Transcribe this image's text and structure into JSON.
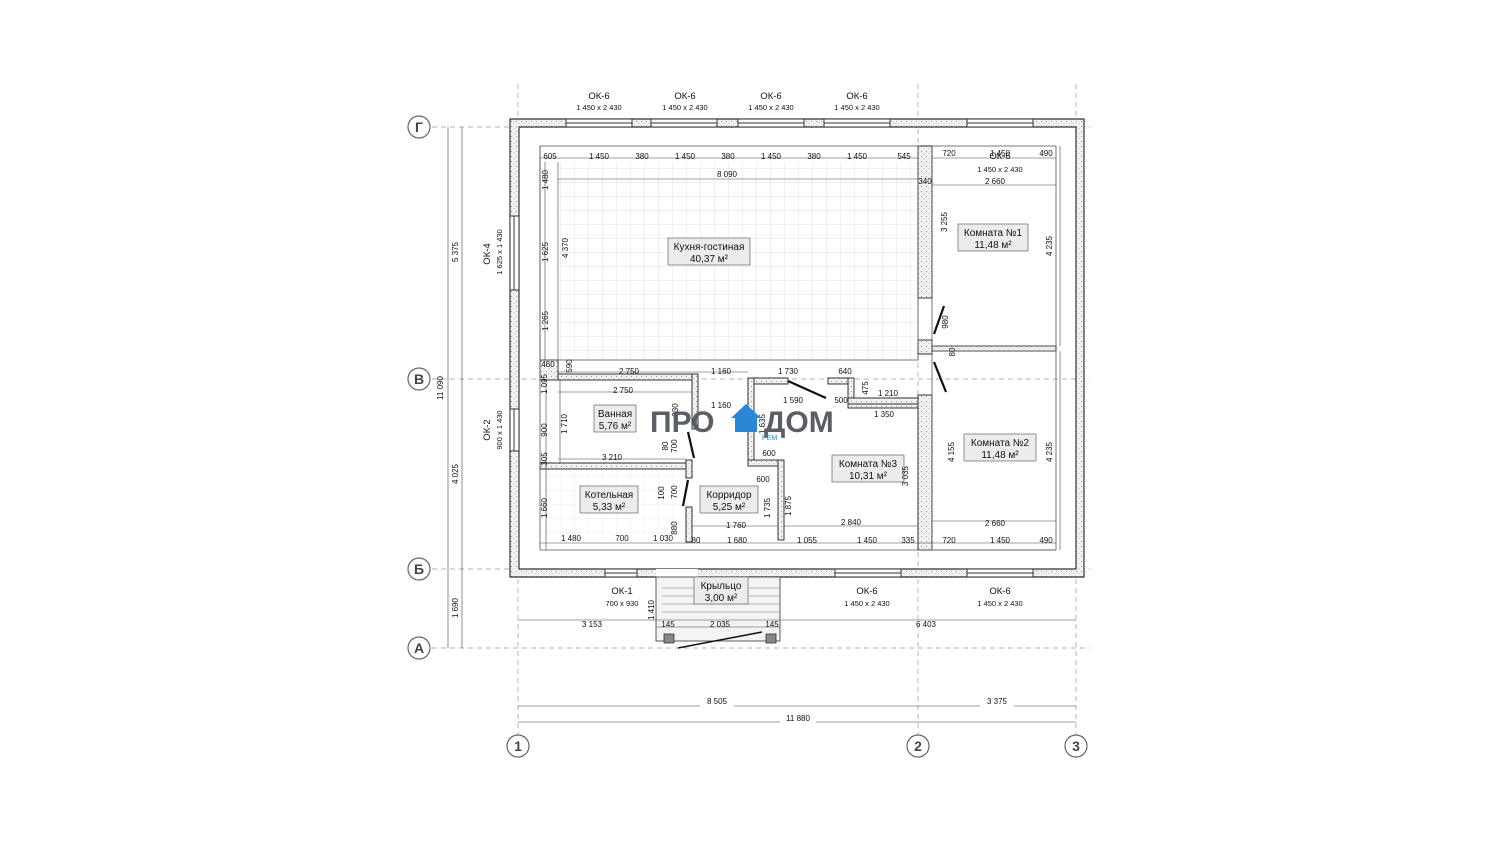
{
  "brand": {
    "left": "ПРО",
    "right": "ДОМ",
    "sub": "РЕМ",
    "accent": "#2b86d6"
  },
  "axes": {
    "rows": [
      "Г",
      "В",
      "Б",
      "А"
    ],
    "cols": [
      "1",
      "2",
      "3"
    ]
  },
  "rooms": [
    {
      "id": "kitchen",
      "name": "Кухня-гостиная",
      "area": "40,37 м²"
    },
    {
      "id": "room1",
      "name": "Комната №1",
      "area": "11,48 м²"
    },
    {
      "id": "room2",
      "name": "Комната №2",
      "area": "11,48 м²"
    },
    {
      "id": "room3",
      "name": "Комната №3",
      "area": "10,31 м²"
    },
    {
      "id": "bath",
      "name": "Ванная",
      "area": "5,76 м²"
    },
    {
      "id": "boiler",
      "name": "Котельная",
      "area": "5,33 м²"
    },
    {
      "id": "corridor",
      "name": "Корридор",
      "area": "5,25 м²"
    },
    {
      "id": "porch",
      "name": "Крыльцо",
      "area": "3,00 м²"
    }
  ],
  "windows": [
    {
      "mark": "ОК-6",
      "size": "1 450 x 2 430"
    },
    {
      "mark": "ОК-6",
      "size": "1 450 x 2 430"
    },
    {
      "mark": "ОК-6",
      "size": "1 450 x 2 430"
    },
    {
      "mark": "ОК-6",
      "size": "1 450 x 2 430"
    },
    {
      "mark": "ОК-6",
      "size": "1 450 x 2 430"
    },
    {
      "mark": "ОК-4",
      "size": "1 625 x 1 430"
    },
    {
      "mark": "ОК-2",
      "size": "900 x 1 430"
    },
    {
      "mark": "ОК-1",
      "size": "700 x 930"
    },
    {
      "mark": "ОК-6",
      "size": "1 450 x 2 430"
    },
    {
      "mark": "ОК-6",
      "size": "1 450 x 2 430"
    }
  ],
  "dims": {
    "top": [
      "605",
      "1 450",
      "380",
      "1 450",
      "380",
      "1 450",
      "380",
      "1 450",
      "545",
      "720",
      "1 450",
      "490"
    ],
    "kitchen_width": "8 090",
    "room1_width": "2 660",
    "room1_top": "340",
    "left_kitchen": [
      "1 480",
      "1 625",
      "4 370",
      "1 265"
    ],
    "left_mid": [
      "460",
      "590",
      "1 095",
      "1 710",
      "900",
      "305"
    ],
    "left_boiler": "1 660",
    "bath_row": [
      "2 750",
      "1 160",
      "1 730",
      "640",
      "2 750",
      "1 160",
      "1 590",
      "500",
      "475",
      "1 210",
      "1 350"
    ],
    "bath_misc": [
      "930",
      "80",
      "700",
      "3 210",
      "100",
      "700",
      "880",
      "1 635",
      "600",
      "600",
      "1 735",
      "1 875",
      "1 760",
      "2 840",
      "3 035"
    ],
    "room1_side": [
      "3 255",
      "4 235",
      "980",
      "80"
    ],
    "room2_side": [
      "4 155",
      "4 235",
      "2 660"
    ],
    "bottom_inner": [
      "1 480",
      "700",
      "1 030",
      "80",
      "1 680",
      "1 055",
      "1 450",
      "335",
      "720",
      "1 450",
      "490"
    ],
    "porch": [
      "1 410",
      "145",
      "2 035",
      "145"
    ],
    "bottom_outer": [
      "3 153",
      "6 403"
    ],
    "axis_dims": [
      "8 505",
      "3 375",
      "11 880"
    ],
    "left_outer": [
      "5 375",
      "11 090",
      "4 025",
      "1 690"
    ]
  }
}
